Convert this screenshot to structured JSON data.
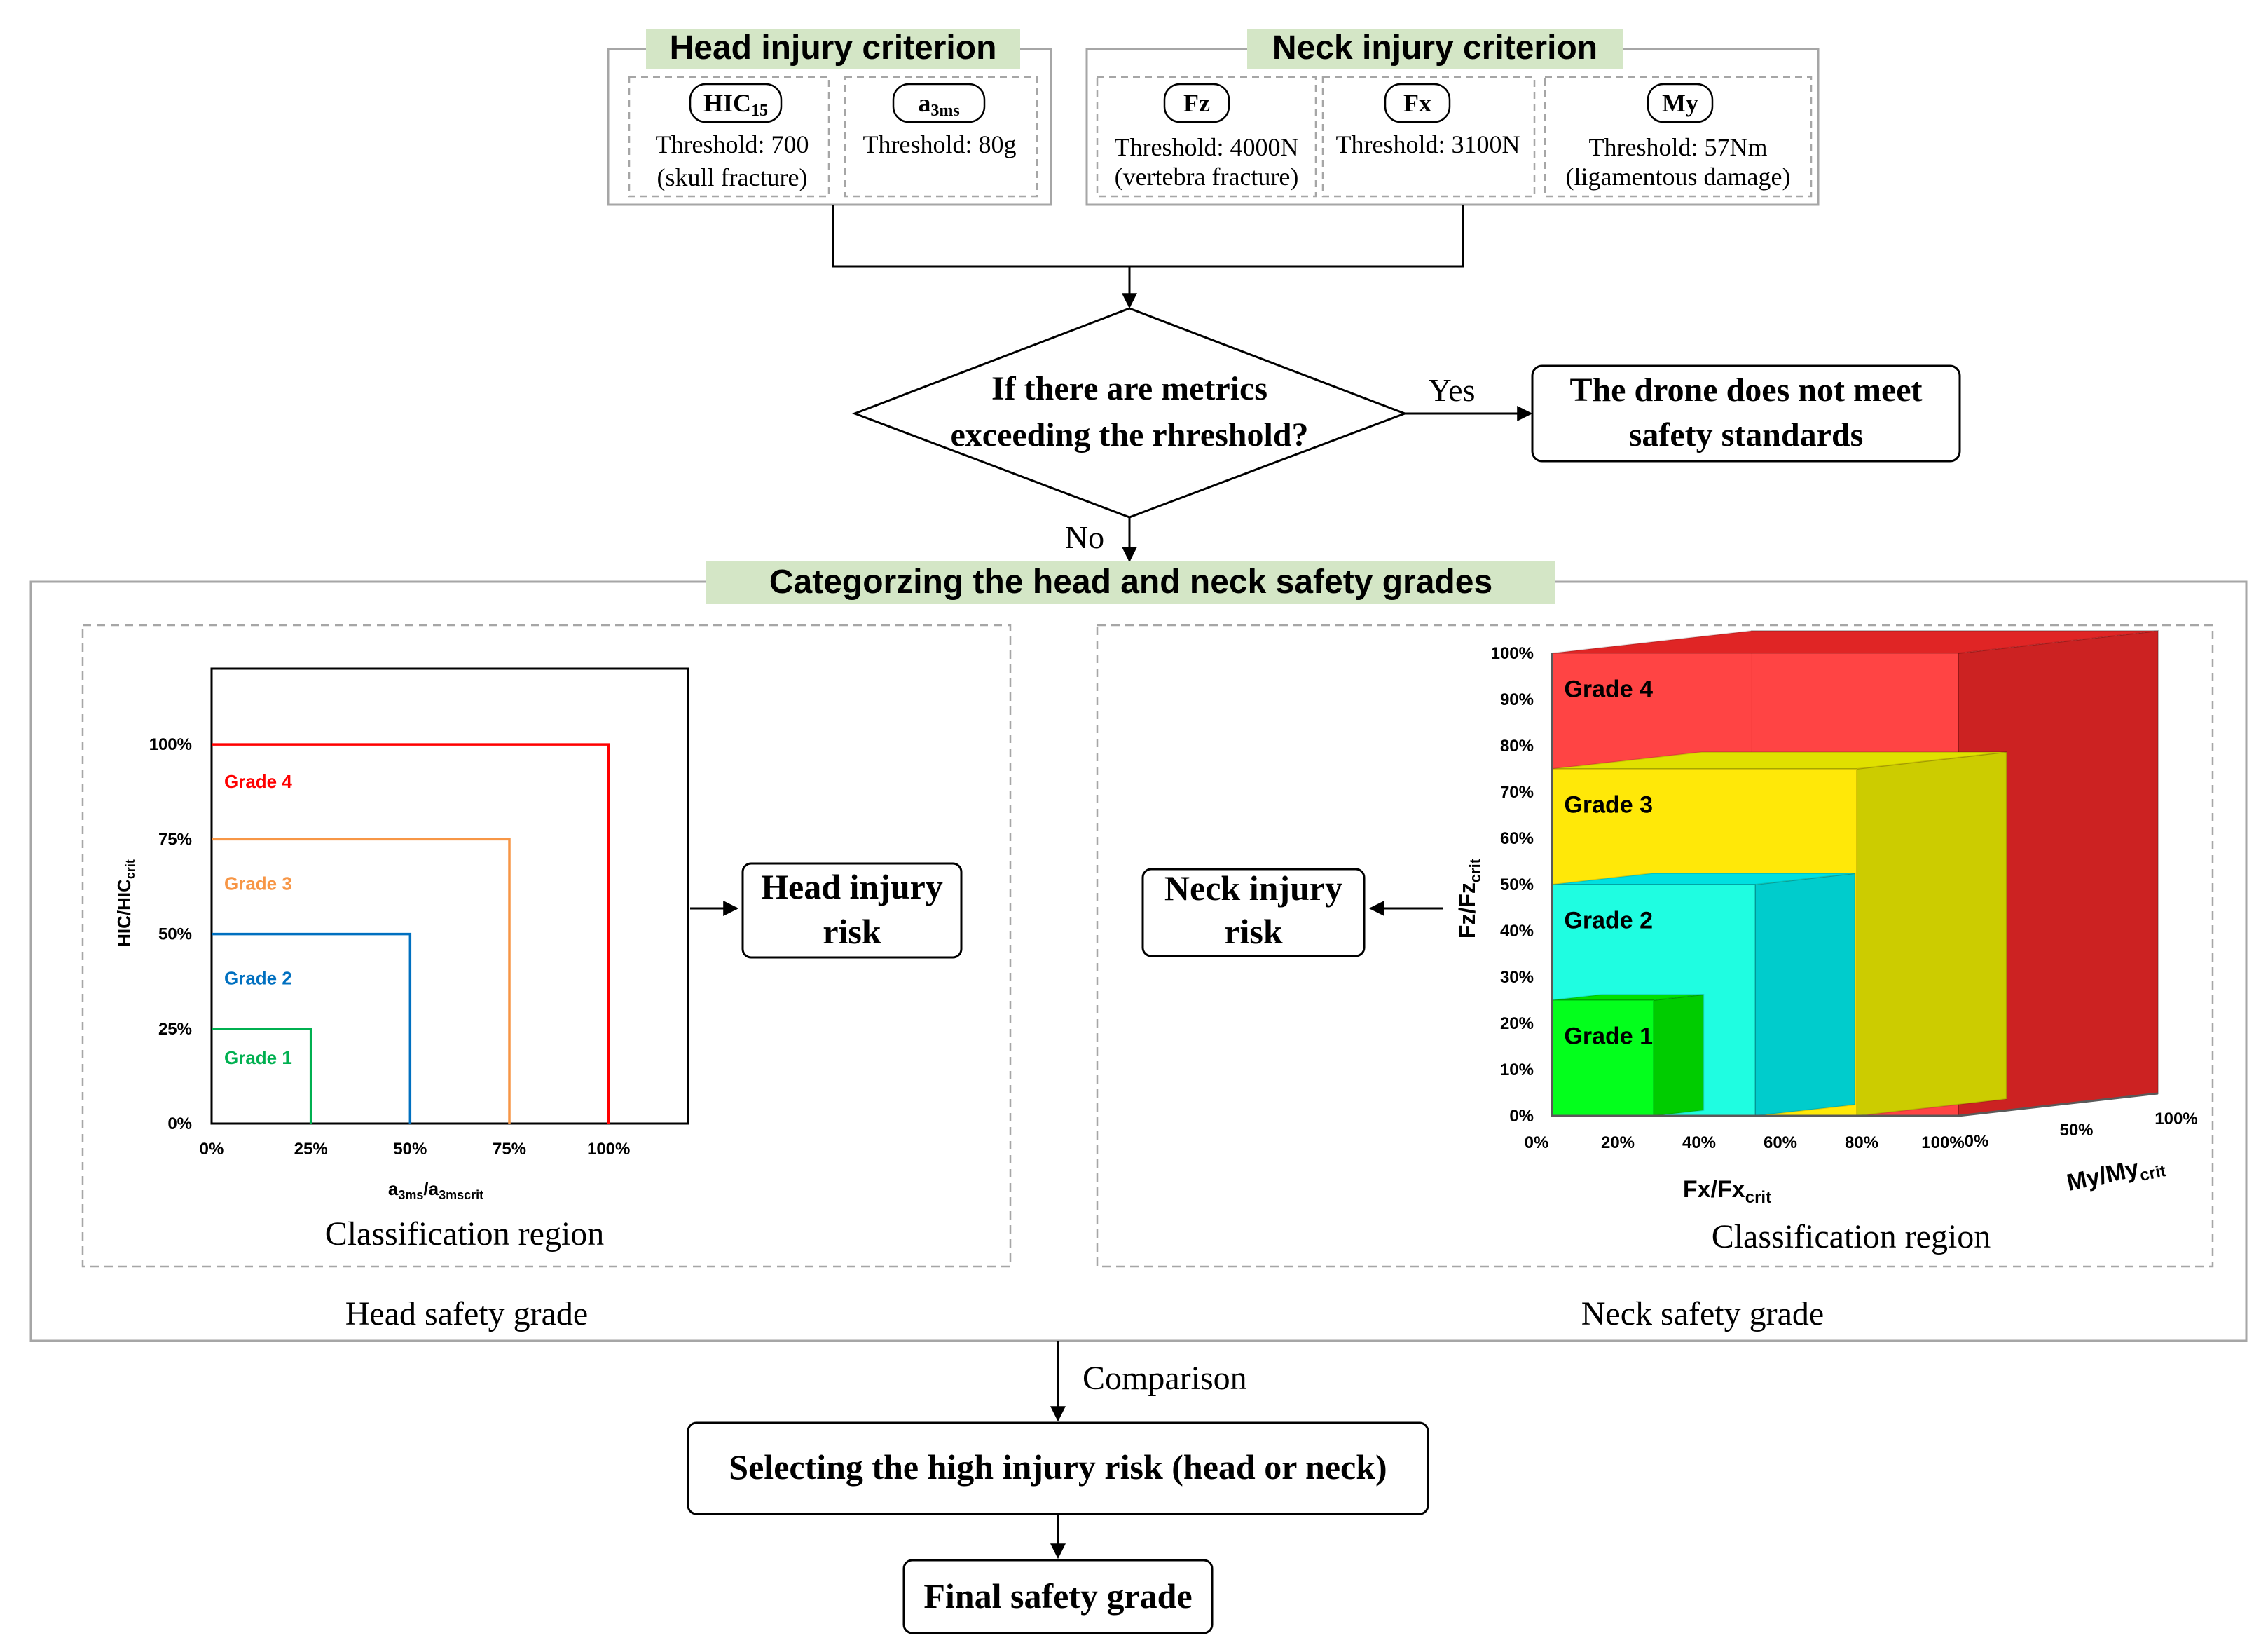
{
  "criteria": {
    "head": {
      "title": "Head injury criterion",
      "metrics": [
        {
          "name_main": "HIC",
          "name_sub": "15",
          "threshold": "Threshold: 700",
          "note": "(skull fracture)"
        },
        {
          "name_main": "a",
          "name_sub": "3ms",
          "threshold": "Threshold: 80g",
          "note": ""
        }
      ]
    },
    "neck": {
      "title": "Neck injury criterion",
      "metrics": [
        {
          "name_main": "Fz",
          "name_sub": "",
          "threshold": "Threshold: 4000N",
          "note": "(vertebra fracture)"
        },
        {
          "name_main": "Fx",
          "name_sub": "",
          "threshold": "Threshold: 3100N",
          "note": ""
        },
        {
          "name_main": "My",
          "name_sub": "",
          "threshold": "Threshold: 57Nm",
          "note": "(ligamentous damage)"
        }
      ]
    }
  },
  "decision": {
    "line1": "If there are metrics",
    "line2": "exceeding the rhreshold?",
    "yes_label": "Yes",
    "no_label": "No",
    "fail_line1": "The drone does not meet",
    "fail_line2": "safety standards"
  },
  "categorize": {
    "title": "Categorzing the head and neck safety grades",
    "head_caption": "Head safety grade",
    "neck_caption": "Neck safety grade",
    "head_region_caption": "Classification region",
    "neck_region_caption": "Classification region",
    "head_risk_line1": "Head injury",
    "head_risk_line2": "risk",
    "neck_risk_line1": "Neck  injury",
    "neck_risk_line2": "risk"
  },
  "flow": {
    "comparison_label": "Comparison",
    "select_label": "Selecting the high injury risk (head or neck)",
    "final_label": "Final safety grade"
  },
  "colors": {
    "title_bg": "#d4e6c6",
    "grade1": "#00b050",
    "grade2": "#0070c0",
    "grade3": "#f79646",
    "grade4": "#ff0000",
    "cube_red": "#ff2a2a",
    "cube_yellow": "#ffff00",
    "cube_cyan": "#00ffff",
    "cube_green": "#00ff00"
  },
  "chart_data": [
    {
      "type": "area",
      "xlabel_main": "a",
      "xlabel_sub1": "3ms",
      "xlabel_mid": "/a",
      "xlabel_sub2": "3mscrit",
      "ylabel_main": "HIC/HIC",
      "ylabel_sub": "crit",
      "x_ticks": [
        "0%",
        "25%",
        "50%",
        "75%",
        "100%"
      ],
      "y_ticks": [
        "0%",
        "25%",
        "50%",
        "75%",
        "100%"
      ],
      "xlim": [
        0,
        1.2
      ],
      "ylim": [
        0,
        1.2
      ],
      "grades": [
        {
          "name": "Grade 1",
          "limit": 0.25,
          "color": "#00b050"
        },
        {
          "name": "Grade 2",
          "limit": 0.5,
          "color": "#0070c0"
        },
        {
          "name": "Grade 3",
          "limit": 0.75,
          "color": "#f79646"
        },
        {
          "name": "Grade 4",
          "limit": 1.0,
          "color": "#ff0000"
        }
      ]
    },
    {
      "type": "area",
      "xlabel_main": "Fx/Fx",
      "xlabel_sub": "crit",
      "ylabel_main": "Fz/Fz",
      "ylabel_sub": "crit",
      "zlabel_main": "My/My",
      "zlabel_sub": "crit",
      "x_ticks": [
        "0%",
        "20%",
        "40%",
        "60%",
        "80%",
        "100%"
      ],
      "y_ticks": [
        "0%",
        "10%",
        "20%",
        "30%",
        "40%",
        "50%",
        "60%",
        "70%",
        "80%",
        "90%",
        "100%"
      ],
      "z_ticks": [
        "0%",
        "50%",
        "100%"
      ],
      "grades": [
        {
          "name": "Grade 1",
          "limit": 0.25,
          "color": "#00ff00"
        },
        {
          "name": "Grade 2",
          "limit": 0.5,
          "color": "#00ffff"
        },
        {
          "name": "Grade 3",
          "limit": 0.75,
          "color": "#ffff00"
        },
        {
          "name": "Grade 4",
          "limit": 1.0,
          "color": "#ff2a2a"
        }
      ]
    }
  ]
}
